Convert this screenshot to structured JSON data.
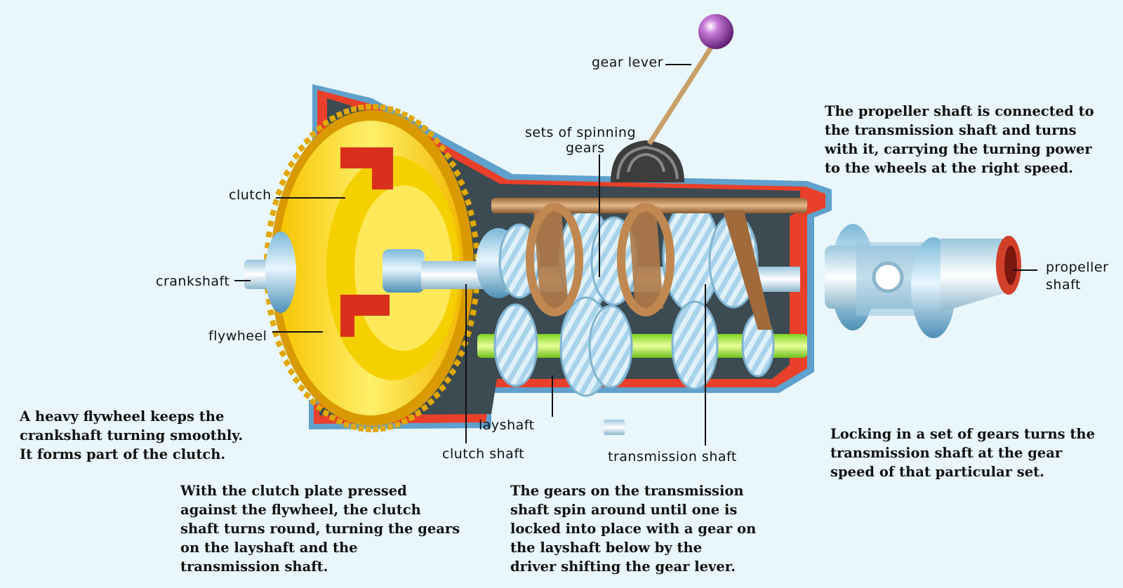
{
  "labels": {
    "gear_lever": "gear lever",
    "sets_of_gears_line1": "sets of spinning",
    "sets_of_gears_line2": "gears",
    "clutch": "clutch",
    "crankshaft": "crankshaft",
    "flywheel": "flywheel",
    "layshaft": "layshaft",
    "clutch_shaft": "clutch shaft",
    "transmission_shaft": "transmission shaft",
    "propeller_shaft_line1": "propeller",
    "propeller_shaft_line2": "shaft"
  },
  "captions": {
    "propeller": [
      "The propeller shaft is connected to",
      "the transmission shaft and turns",
      "with it, carrying the turning power",
      "to the wheels at the right speed."
    ],
    "flywheel": [
      "A heavy flywheel keeps the",
      "crankshaft turning smoothly.",
      "It forms part of the clutch."
    ],
    "clutch": [
      "With the clutch plate pressed",
      "against the flywheel, the clutch",
      "shaft turns round, turning the gears",
      "on the layshaft and the",
      "transmission shaft."
    ],
    "gears": [
      "The gears on the transmission",
      "shaft spin around until one is",
      "locked into place with a gear on",
      "the layshaft below by the",
      "driver shifting the gear lever."
    ],
    "locking": [
      "Locking in a set of gears turns the",
      "transmission shaft at the gear",
      "speed of that particular set."
    ]
  }
}
